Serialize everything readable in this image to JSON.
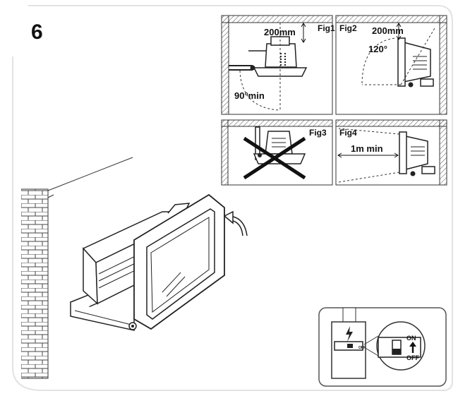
{
  "step_number": "6",
  "figures": {
    "fig1": {
      "title": "Fig1",
      "clearance": "200mm",
      "angle": "90°min"
    },
    "fig2": {
      "title": "Fig2",
      "clearance": "200mm",
      "angle": "120°"
    },
    "fig3": {
      "title": "Fig3"
    },
    "fig4": {
      "title": "Fig4",
      "distance": "1m min"
    }
  },
  "switch_inset": {
    "on_label": "ON",
    "off_label": "OFF",
    "tiny_off_label": "OFF"
  },
  "icons": [
    "electric-bolt-icon",
    "rotate-arrow-icon",
    "up-arrow-icon",
    "x-cross-icon"
  ]
}
